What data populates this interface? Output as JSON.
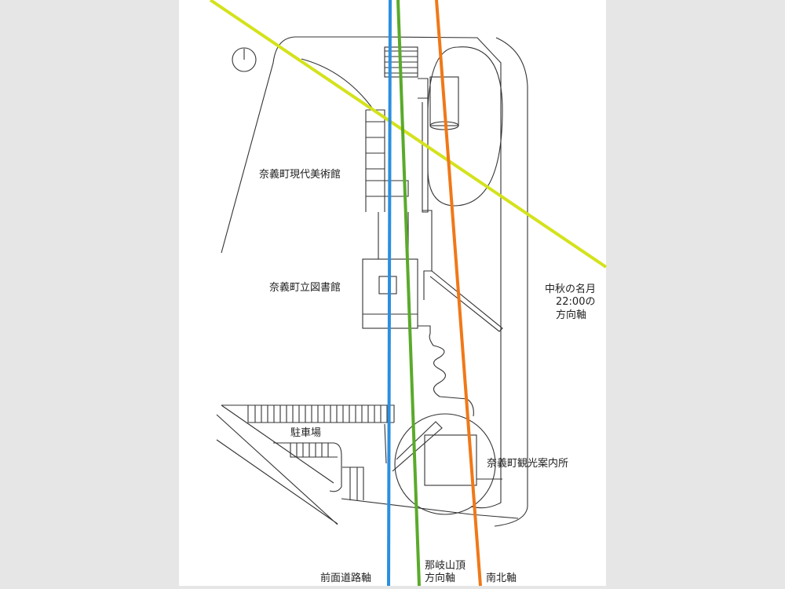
{
  "labels": {
    "museum": "奈義町現代美術館",
    "library": "奈義町立図書館",
    "parking": "駐車場",
    "tourist_office": "奈義町観光案内所",
    "moon_axis_line1": "中秋の名月",
    "moon_axis_line2": "22:00の",
    "moon_axis_line3": "方向軸",
    "road_axis": "前面道路軸",
    "mountain_axis_line1": "那岐山頂",
    "mountain_axis_line2": "方向軸",
    "north_south_axis": "南北軸"
  },
  "colors": {
    "moon_axis": "#d4e21c",
    "road_axis": "#2a8fe0",
    "mountain_axis": "#5aaa2a",
    "north_south_axis": "#f07818"
  },
  "icons": {
    "north_marker": "north-arrow-icon"
  }
}
